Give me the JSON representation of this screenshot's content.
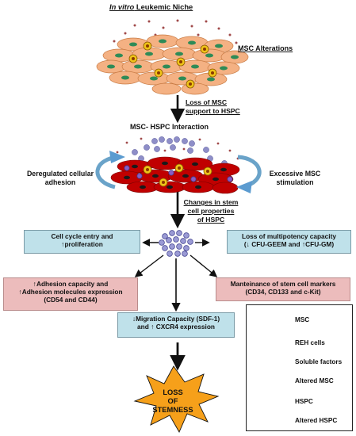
{
  "title": {
    "italic": "In vitro",
    "rest": " Leukemic Niche"
  },
  "labels": {
    "msc_alterations": "MSC Alterations",
    "loss_support_1": "Loss of MSC",
    "loss_support_2": "support to HSPC",
    "interaction": "MSC- HSPC Interaction",
    "dereg_1": "Deregulated cellular",
    "dereg_2": "adhesion",
    "excessive_1": "Excessive MSC",
    "excessive_2": "stimulation",
    "changes_1": "Changes in stem",
    "changes_2": "cell properties",
    "changes_3": "of HSPC"
  },
  "boxes": {
    "cell_cycle_1": "Cell cycle entry and",
    "cell_cycle_2": "proliferation",
    "multipotency_1": "Loss of multipotency capacity",
    "multipotency_2a": "(",
    "multipotency_2b": " CFU-GEEM and ",
    "multipotency_2c": "CFU-GM)",
    "adhesion_1": "Adhesion capacity and",
    "adhesion_2": "Adhesion molecules expression",
    "adhesion_3": "(CD54 and CD44)",
    "markers_1": "Manteinance of stem cell markers",
    "markers_2": "(CD34, CD133 and c-Kit)",
    "migration_1": "Migration Capacity (SDF-1)",
    "migration_2a": "and ",
    "migration_2b": " CXCR4 expression"
  },
  "arrows": {
    "up": "↑",
    "down": "↓"
  },
  "outcome": {
    "line1": "LOSS",
    "line2": "OF",
    "line3": "STEMNESS"
  },
  "legend": {
    "msc": "MSC",
    "reh": "REH cells",
    "soluble": "Soluble factors",
    "altered_msc": "Altered MSC",
    "hspc": "HSPC",
    "altered_hspc": "Altered HSPC"
  },
  "colors": {
    "msc_fill": "#f4b183",
    "msc_nucleus": "#2e8b57",
    "reh_fill": "#f0c419",
    "altered_msc": "#c00000",
    "hspc": "#8e8ec8",
    "altered_hspc": "#3b3b8c",
    "box_blue": "#bfe1ea",
    "box_pink": "#ecbcbc",
    "star": "#f6a01a",
    "curved_arrow": "#6aa3c9"
  }
}
